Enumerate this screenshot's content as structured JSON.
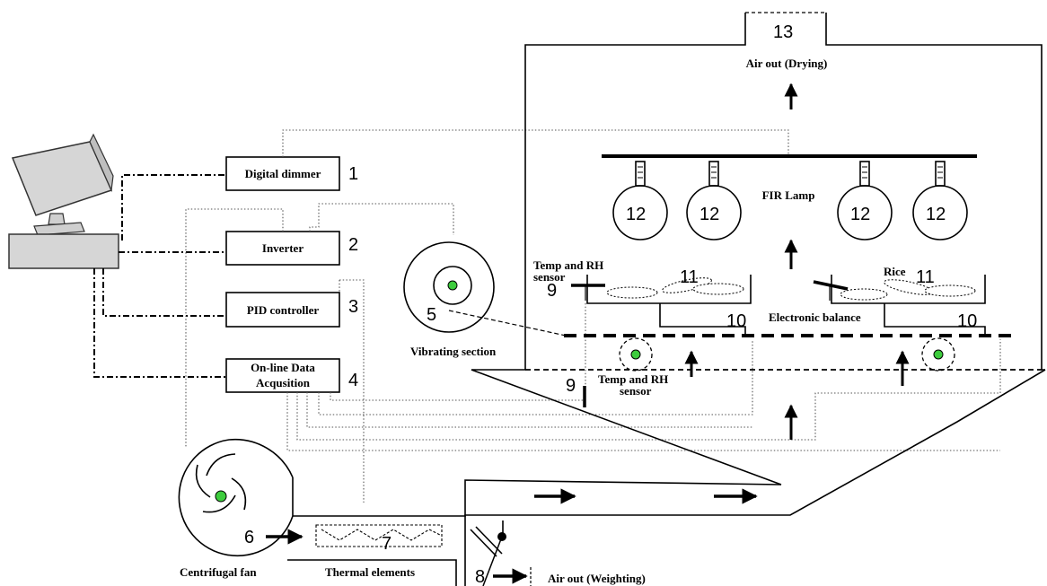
{
  "boxes": {
    "dimmer": "Digital dimmer",
    "inverter": "Inverter",
    "pid": "PID controller",
    "daq_line1": "On-line Data",
    "daq_line2": "Acqusition"
  },
  "numbers": {
    "n1": "1",
    "n2": "2",
    "n3": "3",
    "n4": "4",
    "n5": "5",
    "n6": "6",
    "n7": "7",
    "n8": "8",
    "n9a": "9",
    "n9b": "9",
    "n10a": "10",
    "n10b": "10",
    "n11a": "11",
    "n11b": "11",
    "n12": "12",
    "n13": "13"
  },
  "labels": {
    "air_out_drying": "Air out (Drying)",
    "fir_lamp": "FIR Lamp",
    "temp_rh_1_line1": "Temp and RH",
    "temp_rh_1_line2": "sensor",
    "temp_rh_2_line1": "Temp and RH",
    "temp_rh_2_line2": "sensor",
    "rice": "Rice",
    "electronic_balance": "Electronic balance",
    "vibrating_section": "Vibrating section",
    "centrifugal_fan": "Centrifugal fan",
    "thermal_elements": "Thermal elements",
    "air_out_weighting": "Air out (Weighting)"
  }
}
